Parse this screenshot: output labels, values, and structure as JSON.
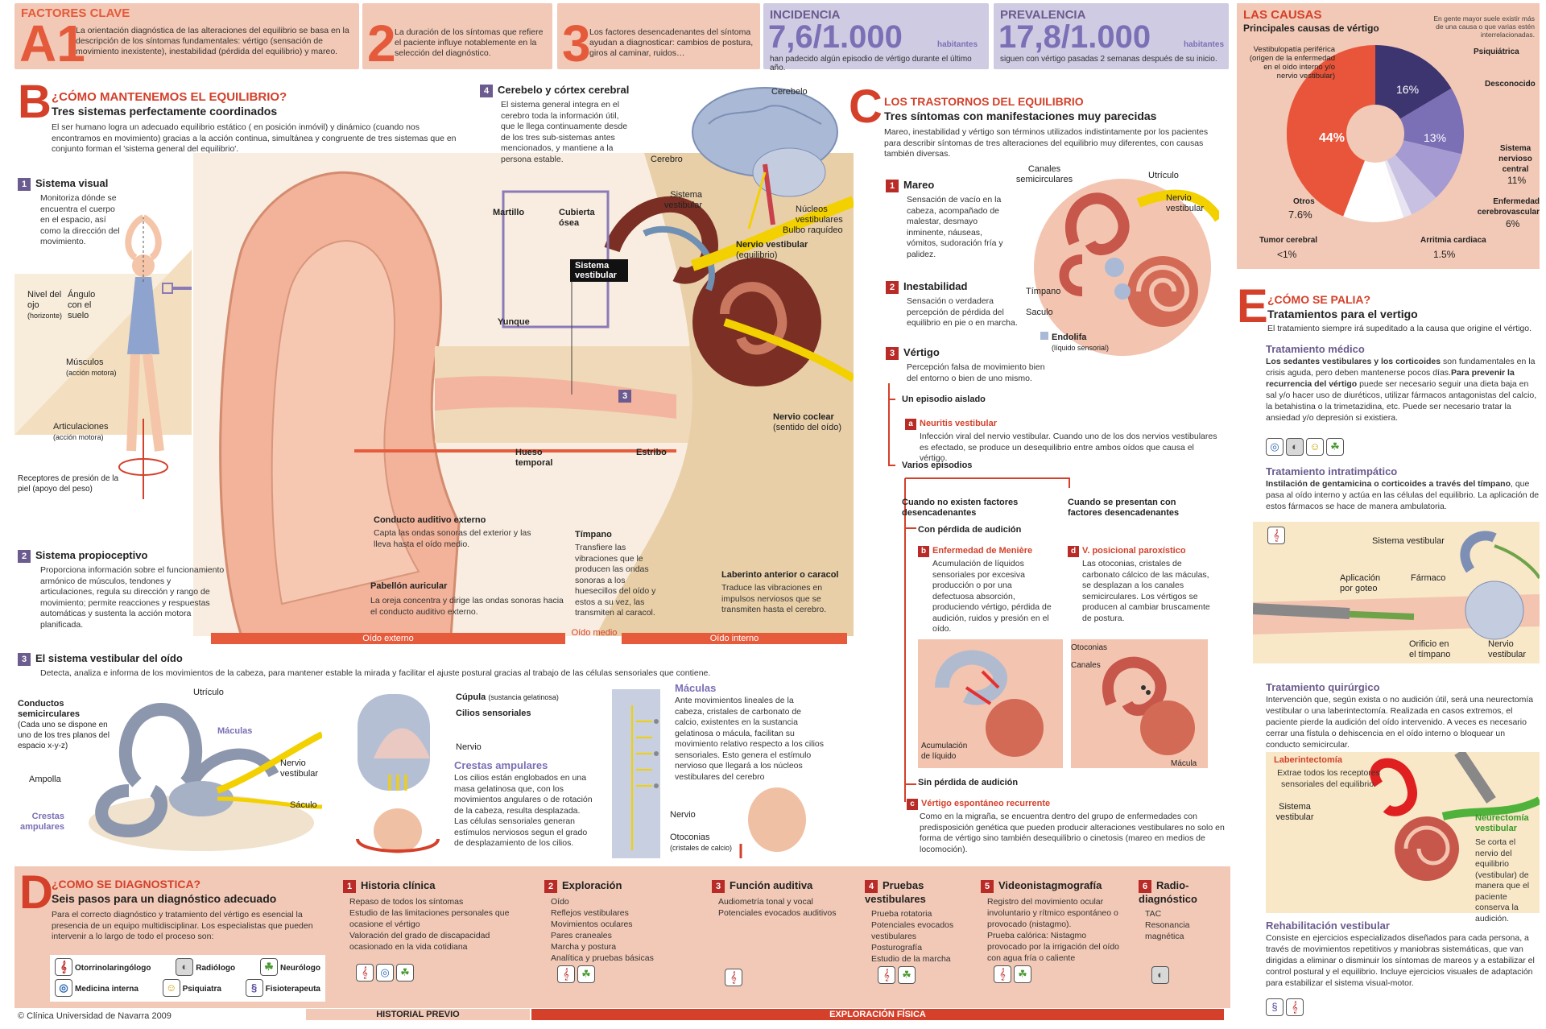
{
  "header": {
    "factores_title": "FACTORES CLAVE",
    "a1_label": "A1",
    "a1_text": "La orientación diagnóstica de las alteraciones del equilibrio se basa en la descripción de los síntomas fundamentales: vértigo (sensación de movimiento inexistente), inestabilidad (pérdida del equilibrio) y mareo.",
    "n2_label": "2",
    "n2_text": "La duración de los síntomas que refiere el paciente influye notablemente en la selección del diagnóstico.",
    "n3_label": "3",
    "n3_text": "Los factores desencadenantes del síntoma ayudan a diagnosticar: cambios de postura, giros al caminar, ruidos…",
    "incidencia_title": "INCIDENCIA",
    "incidencia_value": "7,6/1.000",
    "incidencia_unit": "habitantes",
    "incidencia_text": "han padecido algún episodio de vértigo durante el último año.",
    "prevalencia_title": "PREVALENCIA",
    "prevalencia_value": "17,8/1.000",
    "prevalencia_unit": "habitantes",
    "prevalencia_text": "siguen con vértigo pasadas 2 semanas después de su inicio."
  },
  "causas": {
    "title": "LAS CAUSAS",
    "subtitle": "Principales causas de vértigo",
    "note": "En gente mayor suele existir más de una causa o que varias estén interrelacionadas.",
    "lbl_periferica": "Vestibulopatía periférica (origen de la enfermedad en el oído interno y/o nervio vestibular)",
    "lbl_psiquiatrica": "Psiquiátrica",
    "lbl_desconocido": "Desconocido",
    "lbl_snc": "Sistema nervioso central",
    "lbl_cerebro": "Enfermedad cerebrovascular",
    "lbl_arritmia": "Arritmia cardiaca",
    "lbl_tumor": "Tumor cerebral",
    "lbl_otros": "Otros",
    "v_periferica": "44%",
    "v_psiquiatrica": "16%",
    "v_desconocido": "13%",
    "v_snc": "11%",
    "v_cerebro": "6%",
    "v_arritmia": "1.5%",
    "v_tumor": "<1%",
    "v_otros": "7.6%",
    "colors": {
      "periferica": "#e8553a",
      "psiquiatrica": "#3d3570",
      "desconocido": "#7b6fb5",
      "snc": "#a59ad1",
      "cerebro": "#c8c1e2",
      "otros": "#ffffff"
    }
  },
  "b": {
    "letter": "B",
    "title": "¿CÓMO MANTENEMOS EL EQUILIBRIO?",
    "subtitle": "Tres sistemas perfectamente coordinados",
    "intro": "El ser humano logra un adecuado equilibrio estático ( en posición inmóvil) y dinámico (cuando nos encontramos en movimiento) gracias a la acción continua, simultánea y congruente de tres sistemas que en conjunto forman el 'sistema general del equilibrio'.",
    "s1_num": "1",
    "s1_title": "Sistema visual",
    "s1_text": "Monitoriza dónde se encuentra el cuerpo en el espacio, así como la dirección del movimiento.",
    "lbl_nivel": "Nivel del ojo",
    "lbl_horizonte": "(horizonte)",
    "lbl_angulo": "Ángulo con el suelo",
    "lbl_musculos": "Músculos",
    "lbl_musculos_sub": "(acción motora)",
    "lbl_articulaciones": "Articulaciones",
    "lbl_articulaciones_sub": "(acción motora)",
    "lbl_receptores": "Receptores de presión de la piel (apoyo del peso)",
    "s2_num": "2",
    "s2_title": "Sistema propioceptivo",
    "s2_text": "Proporciona información sobre el funcionamiento armónico de músculos, tendones y articulaciones, regula su dirección y rango de movimiento; permite reacciones y respuestas automáticas y sustenta la acción motora planificada.",
    "s3_num": "3",
    "s3_title": "El sistema vestibular del oído",
    "s3_text": "Detecta, analiza e informa de los movimientos de la cabeza, para mantener estable la mirada y facilitar el ajuste postural gracias al trabajo de las células sensoriales que contiene.",
    "s4_num": "4",
    "s4_title": "Cerebelo y córtex cerebral",
    "s4_text": "El sistema general integra en el cerebro toda la información útil, que le llega continuamente desde de los tres sub-sistemas antes mencionados, y mantiene a la persona estable.",
    "lbl_cerebelo": "Cerebelo",
    "lbl_cerebro": "Cerebro",
    "lbl_sist_vest": "Sistema vestibular",
    "lbl_nucleos": "Núcleos vestibulares",
    "lbl_bulbo": "Bulbo raquídeo",
    "lbl_martillo": "Martillo",
    "lbl_cubierta": "Cubierta ósea",
    "lbl_yunque": "Yunque",
    "lbl_sistema_vestibular_tag": "Sistema vestibular",
    "lbl_nervio_vest": "Nervio vestibular",
    "lbl_nervio_vest_sub": "(equilibrio)",
    "lbl_nervio_coclear": "Nervio coclear",
    "lbl_nervio_coclear_sub": "(sentido del oído)",
    "lbl_hueso": "Hueso temporal",
    "lbl_estribo": "Estribo",
    "lbl_conducto": "Conducto auditivo externo",
    "txt_conducto": "Capta las ondas sonoras del exterior y las lleva hasta el oído medio.",
    "lbl_pabellon": "Pabellón auricular",
    "txt_pabellon": "La oreja concentra y dirige las ondas sonoras hacia el conducto auditivo externo.",
    "lbl_timpano": "Tímpano",
    "txt_timpano": "Transfiere las vibraciones que le producen las ondas sonoras a los huesecillos del oído y estos a su vez, las transmiten al caracol.",
    "lbl_laberinto": "Laberinto anterior o caracol",
    "txt_laberinto": "Traduce las vibraciones en impulsos nerviosos que se transmiten hasta el cerebro.",
    "band_externo": "Oído externo",
    "band_medio": "Oído medio",
    "band_interno": "Oído interno",
    "box3": "3",
    "v_conductos": "Conductos semicirculares",
    "v_conductos_sub": "(Cada uno se dispone en uno de los tres planos del espacio x-y-z)",
    "v_utriculo": "Utrículo",
    "v_maculas": "Máculas",
    "v_ampolla": "Ampolla",
    "v_crestas": "Crestas ampulares",
    "v_nervio": "Nervio vestibular",
    "v_saculo": "Sáculo",
    "c_cupula": "Cúpula",
    "c_cupula_sub": "(sustancia gelatinosa)",
    "c_cilios": "Cilios sensoriales",
    "c_nervio": "Nervio",
    "c_crestas_title": "Crestas ampulares",
    "c_crestas_text": "Los cilios están englobados en una masa gelatinosa que, con los movimientos angulares o de rotación de la cabeza, resulta desplazada. Las células sensoriales generan estímulos nerviosos segun el grado de desplazamiento de los cilios.",
    "m_title": "Máculas",
    "m_text": "Ante movimientos lineales de la cabeza, cristales de carbonato de calcio, existentes en la sustancia gelatinosa o mácula, facilitan su movimiento relativo respecto a los cilios sensoriales. Esto genera el estímulo nervioso que llegará a los núcleos vestibulares del cerebro",
    "m_nervio": "Nervio",
    "m_otoconias": "Otoconias",
    "m_otoconias_sub": "(cristales de calcio)"
  },
  "c": {
    "letter": "C",
    "title": "LOS TRASTORNOS DEL EQUILIBRIO",
    "subtitle": "Tres síntomas con manifestaciones muy parecidas",
    "intro": "Mareo, inestabilidad y vértigo son términos utilizados indistintamente por los pacientes para describir síntomas de tres alteraciones del equilibrio muy diferentes, con causas también diversas.",
    "m1_num": "1",
    "m1_title": "Mareo",
    "m1_text": "Sensación de vacío en la cabeza, acompañado de malestar, desmayo inminente, náuseas, vómitos, sudoración fría y palidez.",
    "m2_num": "2",
    "m2_title": "Inestabilidad",
    "m2_text": "Sensación o verdadera percepción de pérdida del equilibrio en pie o en marcha.",
    "m3_num": "3",
    "m3_title": "Vértigo",
    "m3_text": "Percepción falsa de movimiento bien del entorno o bien de uno mismo.",
    "lbl_canales": "Canales semicirculares",
    "lbl_utriculo": "Utrículo",
    "lbl_nervio": "Nervio vestibular",
    "lbl_timpano": "Tímpano",
    "lbl_saculo": "Saculo",
    "lbl_endolifa": "Endolifa",
    "lbl_endolifa_sub": "(líquido sensorial)",
    "aislado": "Un episodio aislado",
    "a_tag": "a",
    "a_title": "Neuritis vestibular",
    "a_text": "Infección viral del nervio vestibular. Cuando uno de los dos nervios vestibulares es efectado, se produce un desequilibrio entre ambos oídos que causa el vértigo.",
    "varios": "Varios episodios",
    "no_existen": "Cuando no existen factores desencadenantes",
    "se_presentan": "Cuando se presentan con factores desencadenantes",
    "con_perdida": "Con pérdida de audición",
    "b_tag": "b",
    "b_title": "Enfermedad de Menière",
    "b_text": "Acumulación de líquidos sensoriales por excesiva producción o por una defectuosa absorción, produciendo vértigo, pérdida de audición, ruidos y presión en el oído.",
    "d_tag": "d",
    "d_title": "V. posicional paroxístico",
    "d_text": "Las otoconias, cristales de carbonato cálcico de las máculas, se desplazan a los canales semicirculares. Los vértigos se producen al cambiar bruscamente de postura.",
    "lbl_acumulacion": "Acumulación de líquido",
    "lbl_otoconias": "Otoconias",
    "lbl_canales2": "Canales",
    "lbl_macula": "Mácula",
    "sin_perdida": "Sin pérdida de audición",
    "c_tag": "c",
    "c_title": "Vértigo espontáneo recurrente",
    "c_text": "Como en la migraña, se encuentra dentro del grupo de enfermedades con predisposición genética que pueden producir alteraciones vestibulares no solo en forma de vértigo sino también desequilibrio o cinetosis (mareo en medios de locomoción)."
  },
  "d": {
    "letter": "D",
    "title": "¿COMO SE DIAGNOSTICA?",
    "subtitle": "Seis pasos para un diagnóstico adecuado",
    "intro": "Para el correcto diagnóstico y tratamiento del vértigo es esencial la presencia de un equipo multidisciplinar. Los especialistas que pueden intervenir a lo largo de todo el proceso son:",
    "legend": [
      {
        "icon": "ear-icon",
        "label": "Otorrinolaringólogo"
      },
      {
        "icon": "radiology-icon",
        "label": "Radiólogo"
      },
      {
        "icon": "brain-icon",
        "label": "Neurólogo"
      },
      {
        "icon": "stethoscope-icon",
        "label": "Medicina interna"
      },
      {
        "icon": "psychiatry-icon",
        "label": "Psiquiatra"
      },
      {
        "icon": "physio-icon",
        "label": "Fisioterapeuta"
      }
    ],
    "steps": [
      {
        "num": "1",
        "title": "Historia clínica",
        "items": [
          "Repaso de todos los síntomas",
          "Estudio de las limitaciones personales que ocasione el vértigo",
          "Valoración del grado de discapacidad ocasionado en la vida cotidiana"
        ]
      },
      {
        "num": "2",
        "title": "Exploración",
        "items": [
          "Oído",
          "Reflejos vestibulares",
          "Movimientos oculares",
          "Pares craneales",
          "Marcha y postura",
          "Analítica y pruebas básicas"
        ]
      },
      {
        "num": "3",
        "title": "Función auditiva",
        "items": [
          "Audiometría tonal y vocal",
          "Potenciales evocados auditivos"
        ]
      },
      {
        "num": "4",
        "title": "Pruebas vestibulares",
        "items": [
          "Prueba rotatoria",
          "Potenciales evocados vestibulares",
          "Posturografía",
          "Estudio de la marcha"
        ]
      },
      {
        "num": "5",
        "title": "Videonistagmografía",
        "items": [
          "Registro del movimiento ocular involuntario y rítmico espontáneo o provocado (nistagmo).",
          "Prueba calórica: Nistagmo provocado por la irrigación del oído con agua fría o caliente"
        ]
      },
      {
        "num": "6",
        "title": "Radio-diagnóstico",
        "items": [
          "TAC",
          "Resonancia magnética"
        ]
      }
    ],
    "historial": "HISTORIAL PREVIO",
    "exploracion": "EXPLORACIÓN FÍSICA",
    "credit": "© Clínica Universidad de Navarra 2009"
  },
  "e": {
    "letter": "E",
    "title": "¿CÓMO SE PALIA?",
    "subtitle": "Tratamientos para el vertigo",
    "intro": "El tratamiento siempre irá supeditado a la causa que origine el vértigo.",
    "medico_title": "Tratamiento médico",
    "medico_bold": "Los sedantes vestibulares y los corticoides",
    "medico_text": " son fundamentales en la crisis aguda, pero deben mantenerse pocos días.",
    "medico_bold2": "Para prevenir la recurrencia del vértigo",
    "medico_text2": " puede ser necesario seguir una dieta baja en sal y/o hacer uso de diuréticos, utilizar fármacos antagonistas del calcio, la betahistina o la trimetazidina, etc. Puede ser necesario tratar la ansiedad y/o depresión si existiera.",
    "intra_title": "Tratamiento intratimpático",
    "intra_bold": "Instilación de gentamicina o corticoides a través del tímpano",
    "intra_text": ", que pasa al oído interno y actúa en las células del equilibrio. La aplicación de estos fármacos se hace de manera ambulatoria.",
    "lbl_sistema_vest": "Sistema vestibular",
    "lbl_aplicacion": "Aplicación por goteo",
    "lbl_farmaco": "Fármaco",
    "lbl_orificio": "Orificio en el tímpano",
    "lbl_nervio": "Nervio vestibular",
    "quir_title": "Tratamiento quirúrgico",
    "quir_text": "Intervención que, según exista o no audición útil, será una neurectomía vestibular o una laberintectomía. Realizada en casos extremos, el paciente pierde la audición del oído intervenido. A veces es necesario cerrar una fístula o dehiscencia en el oído interno o bloquear un conducto semicircular.",
    "lab_title": "Laberintectomía",
    "lab_text": "Extrae todos los receptores sensoriales del equilibrio.",
    "lbl_sistema_vest2": "Sistema vestibular",
    "neur_title": "Neurectomía vestibular",
    "neur_text": "Se corta el nervio del equilibrio (vestibular) de manera que el paciente conserva la audición.",
    "rehab_title": "Rehabilitación vestibular",
    "rehab_text": "Consiste en ejercicios especializados diseñados para cada persona, a través de movimientos repetitivos y maniobras sistemáticas, que van dirigidas a eliminar o disminuir los síntomas de mareos y a estabilizar el control postural y el equilibrio. Incluye ejercicios visuales de adaptación para estabilizar el sistema visual-motor."
  },
  "icons": {
    "ear": "𝄞",
    "brain": "☘",
    "radiology": "◐",
    "med": "◎",
    "psy": "☺",
    "fis": "§"
  }
}
